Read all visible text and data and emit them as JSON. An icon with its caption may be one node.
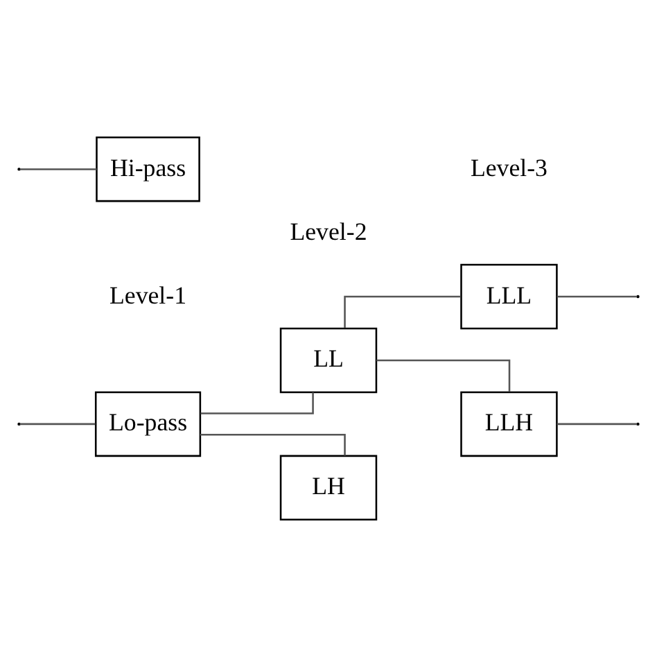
{
  "diagram": {
    "nodes": [
      {
        "text": [
          "Lo-pass"
        ]
      },
      {
        "text": [
          "Hi-pass"
        ]
      },
      {
        "text": [
          "LL"
        ]
      },
      {
        "text": [
          "LH"
        ]
      },
      {
        "text": [
          "LLL"
        ]
      },
      {
        "text": [
          "LLH"
        ]
      }
    ],
    "edges": [
      {
        "from": null,
        "to": 0,
        "arrow": "none"
      },
      {
        "from": null,
        "to": 1,
        "arrow": "none"
      },
      {
        "from": 0,
        "to": 2,
        "arrow": "none"
      },
      {
        "from": 0,
        "to": 3,
        "arrow": "none"
      },
      {
        "from": 2,
        "to": 4,
        "arrow": "none"
      },
      {
        "from": 2,
        "to": 5,
        "arrow": "none"
      },
      {
        "from": 4,
        "to": null,
        "arrow": "none"
      },
      {
        "from": 5,
        "to": null,
        "arrow": "none"
      }
    ],
    "labels": [
      "Level-1",
      "Level-2",
      "Level-3"
    ]
  }
}
